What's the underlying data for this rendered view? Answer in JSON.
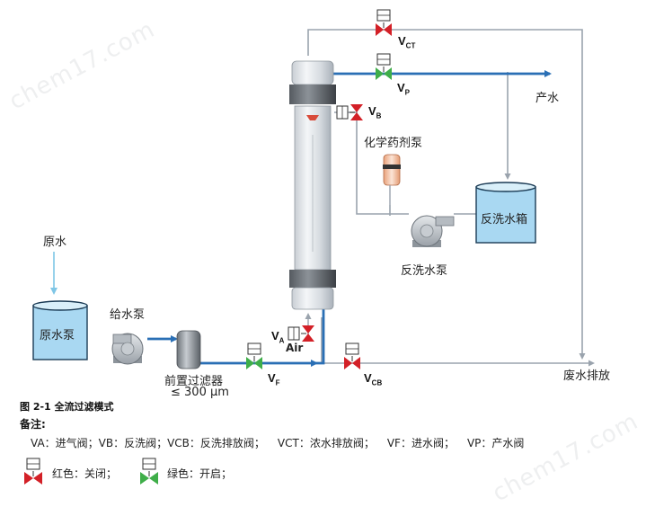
{
  "labels": {
    "raw_water": "原水",
    "raw_water_pump_tank": "原水泵",
    "feed_pump": "给水泵",
    "prefilter": "前置过滤器",
    "prefilter_rating": "≤ 300 μm",
    "product_water": "产水",
    "chemical_pump": "化学药剂泵",
    "backwash_tank": "反洗水箱",
    "backwash_pump": "反洗水泵",
    "waste_drain": "废水排放",
    "air": "Air"
  },
  "valves": {
    "vct": {
      "main": "V",
      "sub": "CT"
    },
    "vp": {
      "main": "V",
      "sub": "P"
    },
    "vb": {
      "main": "V",
      "sub": "B"
    },
    "va": {
      "main": "V",
      "sub": "A"
    },
    "vf": {
      "main": "V",
      "sub": "F"
    },
    "vcb": {
      "main": "V",
      "sub": "CB"
    }
  },
  "caption": "图 2-1  全流过滤模式",
  "notes": {
    "title": "备注:",
    "items": [
      "VA：进气阀；VB：反洗阀；VCB：反洗排放阀；",
      "VCT：浓水排放阀；",
      "VF：进水阀；",
      "VP：产水阀"
    ]
  },
  "legend": {
    "red": "红色：关闭；",
    "green": "绿色：开启；"
  },
  "watermark": "chem17.com",
  "colors": {
    "pipe_blue": "#2a6fb5",
    "pipe_gray": "#9aa3ad",
    "valve_red": "#d32027",
    "valve_green": "#3fae49",
    "tank_blue": "#a9d8f2",
    "arrow_light": "#7fc6e6"
  }
}
